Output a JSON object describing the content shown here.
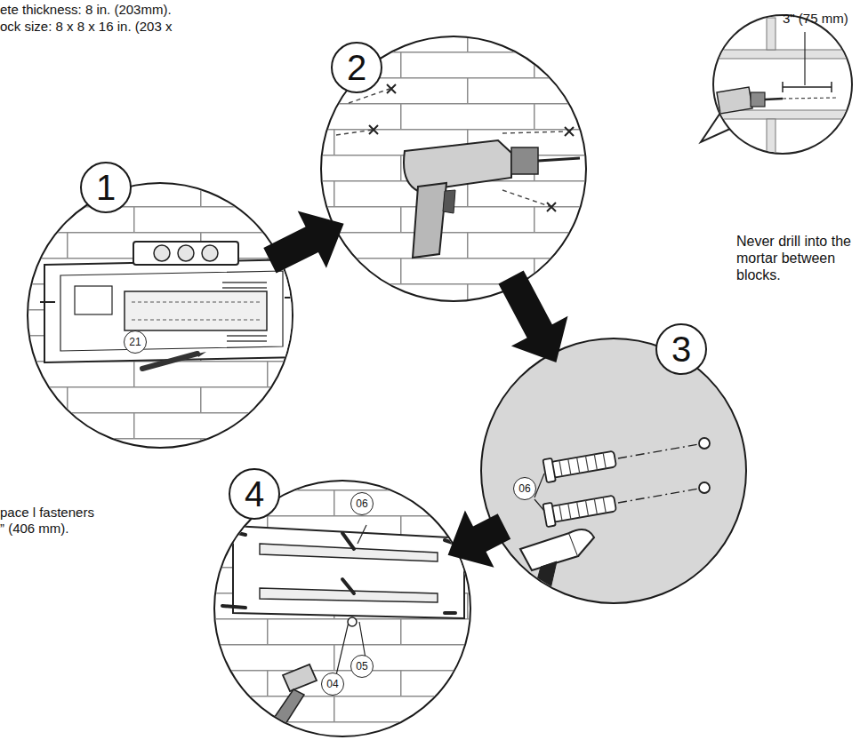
{
  "diagram": {
    "nodes": [
      {
        "text": [
          "1"
        ]
      },
      {
        "text": [
          "21"
        ],
        "in": 0
      },
      {
        "text": [
          "2"
        ]
      },
      {
        "text": [
          "3"
        ]
      },
      {
        "text": [
          "06"
        ],
        "in": 3
      },
      {
        "text": [
          "4"
        ]
      },
      {
        "text": [
          "06"
        ],
        "in": 5
      },
      {
        "text": [
          "04"
        ],
        "in": 5
      },
      {
        "text": [
          "05"
        ],
        "in": 5
      }
    ],
    "edges": [
      {
        "from": 0,
        "to": 2,
        "arrow": "to"
      },
      {
        "from": 2,
        "to": 3,
        "arrow": "to"
      },
      {
        "from": 3,
        "to": 5,
        "arrow": "to"
      }
    ],
    "labels": [
      "ete thickness: 8 in. (203mm).",
      "ock size: 8 x 8 x 16 in. (203 x",
      "3\" (75 mm)",
      "Never drill into the mortar between blocks.",
      "pace l fasteners ” (406 mm)."
    ]
  }
}
